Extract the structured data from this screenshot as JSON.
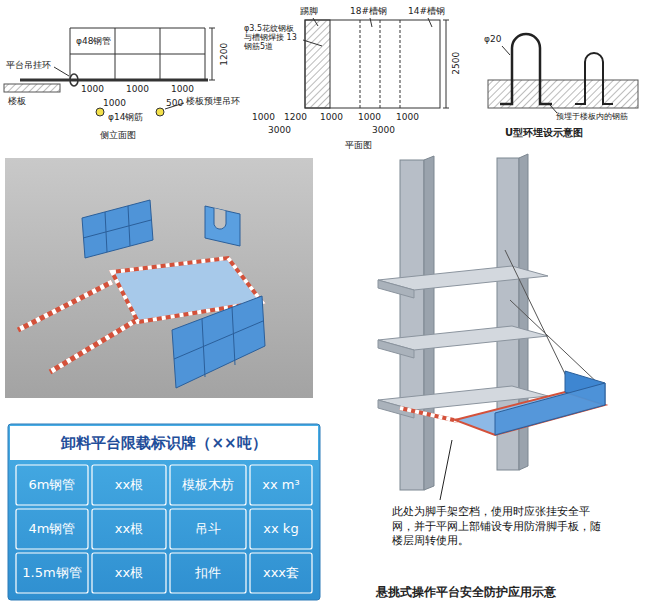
{
  "diagram": {
    "caption": "悬挑式操作平台安全防护应用示意",
    "nodes": [
      {
        "text": [
          "卸料平台限载标识牌（××吨）"
        ]
      }
    ],
    "labels": [
      "φ48钢管",
      "平台吊挂环",
      "1000",
      "1000",
      "1000",
      "1200",
      "楼板",
      "1000",
      "φ14钢筋",
      "500",
      "楼板预埋吊环",
      "侧立面图",
      "踢脚",
      "18#槽钢",
      "14#槽钢",
      "φ3.5花纹钢板与槽钢焊接 13钢筋5道",
      "2500",
      "1000",
      "1200",
      "1000",
      "1000",
      "1000",
      "3000",
      "3000",
      "平面图",
      "φ20",
      "预埋于楼板内的钢筋",
      "U型环埋设示意图",
      "6m钢管",
      "xx根",
      "模板木枋",
      "xx m³",
      "4m钢管",
      "xx根",
      "吊斗",
      "xx kg",
      "1.5m钢管",
      "xx根",
      "扣件",
      "xxx套",
      "此处为脚手架空档，使用时应张挂安全平网，并于平网上部铺设专用防滑脚手板，随楼层周转使用。"
    ]
  }
}
